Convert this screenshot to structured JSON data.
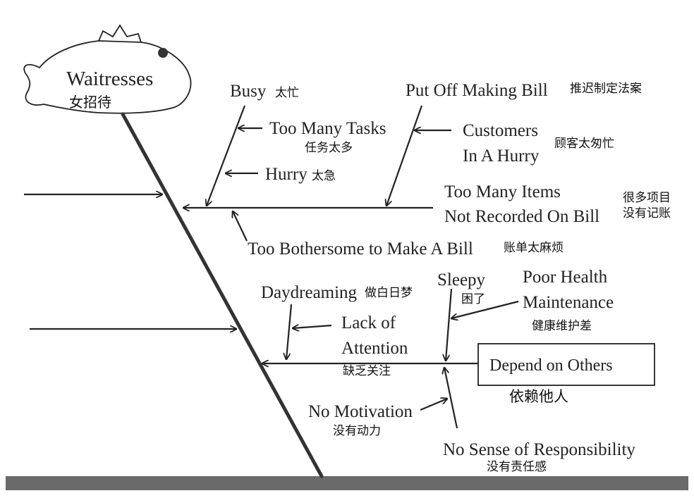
{
  "head": {
    "label_en": "Waitresses",
    "label_zh": "女招待"
  },
  "causes": {
    "busy": {
      "en": "Busy",
      "zh": "太忙"
    },
    "too_many_tasks": {
      "en": "Too Many Tasks",
      "zh": "任务太多"
    },
    "hurry": {
      "en": "Hurry",
      "zh": "太急"
    },
    "put_off_bill": {
      "en": "Put Off Making Bill",
      "zh": "推迟制定法案"
    },
    "customers_hurry": {
      "en_line1": "Customers",
      "en_line2": "In A Hurry",
      "zh": "顾客太匆忙"
    },
    "not_recorded": {
      "en_line1": "Too Many Items",
      "en_line2": "Not Recorded On Bill",
      "zh_line1": "很多项目",
      "zh_line2": "没有记账"
    },
    "bothersome": {
      "en": "Too Bothersome to Make A Bill",
      "zh": "账单太麻烦"
    },
    "daydreaming": {
      "en": "Daydreaming",
      "zh": "做白日梦"
    },
    "sleepy": {
      "en": "Sleepy",
      "zh": "困了"
    },
    "poor_health": {
      "en_line1": "Poor Health",
      "en_line2": "Maintenance",
      "zh": "健康维护差"
    },
    "lack_attention": {
      "en_line1": "Lack of",
      "en_line2": "Attention",
      "zh": "缺乏关注"
    },
    "depend_others": {
      "en": "Depend on Others",
      "zh": "依赖他人"
    },
    "no_motivation": {
      "en": "No Motivation",
      "zh": "没有动力"
    },
    "no_responsibility": {
      "en": "No Sense of Responsibility",
      "zh": "没有责任感"
    }
  }
}
